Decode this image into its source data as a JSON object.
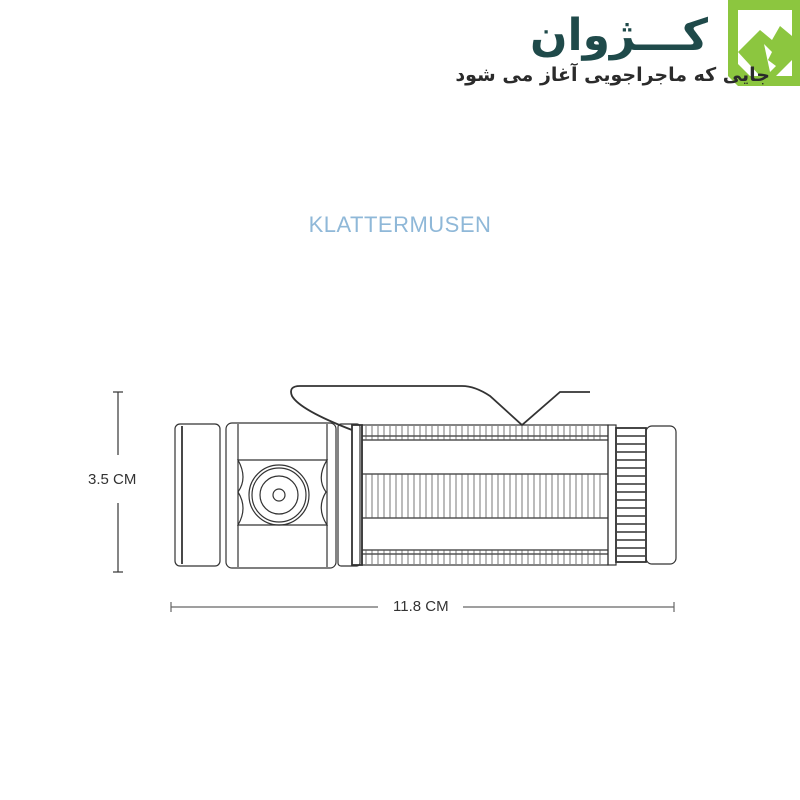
{
  "logo": {
    "title": "کـــژوان",
    "tagline": "جایی که ماجراجویی آغاز می شود",
    "icon": "mountain-logo-icon",
    "colors": {
      "accent": "#8cc63f",
      "title": "#1f4a4a",
      "tagline": "#2b2b2b"
    }
  },
  "product": {
    "brand": "KLATTERMUSEN",
    "brand_color": "#8fb8d8"
  },
  "dimensions": {
    "height_label": "3.5 CM",
    "width_label": "11.8 CM"
  }
}
